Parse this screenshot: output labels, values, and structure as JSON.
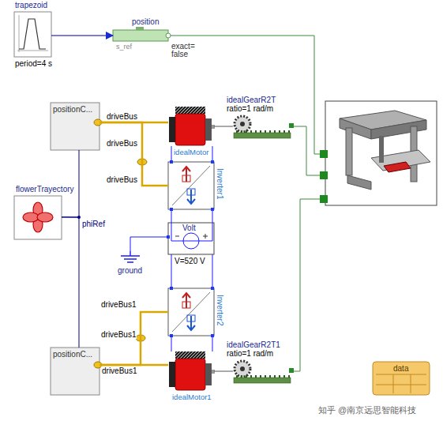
{
  "diagram": {
    "nodes": [
      {
        "text": [
          "trapezoid",
          "period=4 s"
        ]
      },
      {
        "text": [
          "position"
        ]
      },
      {
        "text": [
          "positionC..."
        ]
      },
      {
        "text": [
          "idealMotor"
        ]
      },
      {
        "text": [
          "idealGearR2T",
          "ratio=1 rad/m"
        ]
      },
      {
        "text": [
          "flowerTrayectory"
        ]
      },
      {
        "text": [
          "Inverter1"
        ]
      },
      {
        "text": [
          "Volt",
          "V=520 V"
        ]
      },
      {
        "text": [
          "ground"
        ]
      },
      {
        "text": [
          "Inverter2"
        ]
      },
      {
        "text": [
          "positionC..."
        ]
      },
      {
        "text": [
          "idealMotor1"
        ]
      },
      {
        "text": [
          "idealGearR2T1",
          "ratio=1 rad/m"
        ]
      },
      {
        "text": [
          "data"
        ]
      }
    ],
    "edges": [
      {
        "from": 0,
        "to": 1,
        "arrow": "to"
      },
      {
        "from": 2,
        "to": 3,
        "arrow": "none"
      },
      {
        "from": 3,
        "to": 4,
        "arrow": "none"
      },
      {
        "from": 2,
        "to": 6,
        "arrow": "none"
      },
      {
        "from": 3,
        "to": 6,
        "arrow": "none"
      },
      {
        "from": 5,
        "to": 2,
        "arrow": "none"
      },
      {
        "from": 6,
        "to": 7,
        "arrow": "none"
      },
      {
        "from": 7,
        "to": 8,
        "arrow": "none"
      },
      {
        "from": 7,
        "to": 9,
        "arrow": "none"
      },
      {
        "from": 9,
        "to": 11,
        "arrow": "none"
      },
      {
        "from": 11,
        "to": 12,
        "arrow": "none"
      },
      {
        "from": 10,
        "to": 11,
        "arrow": "none"
      },
      {
        "from": 10,
        "to": 9,
        "arrow": "none"
      },
      {
        "from": 5,
        "to": 10,
        "arrow": "none"
      }
    ],
    "labels": [
      "s_ref",
      "exact=",
      "false",
      "driveBus",
      "driveBus",
      "driveBus",
      "phiRef",
      "driveBus1",
      "driveBus1",
      "driveBus1",
      "知乎 @南京远思智能科技"
    ]
  }
}
